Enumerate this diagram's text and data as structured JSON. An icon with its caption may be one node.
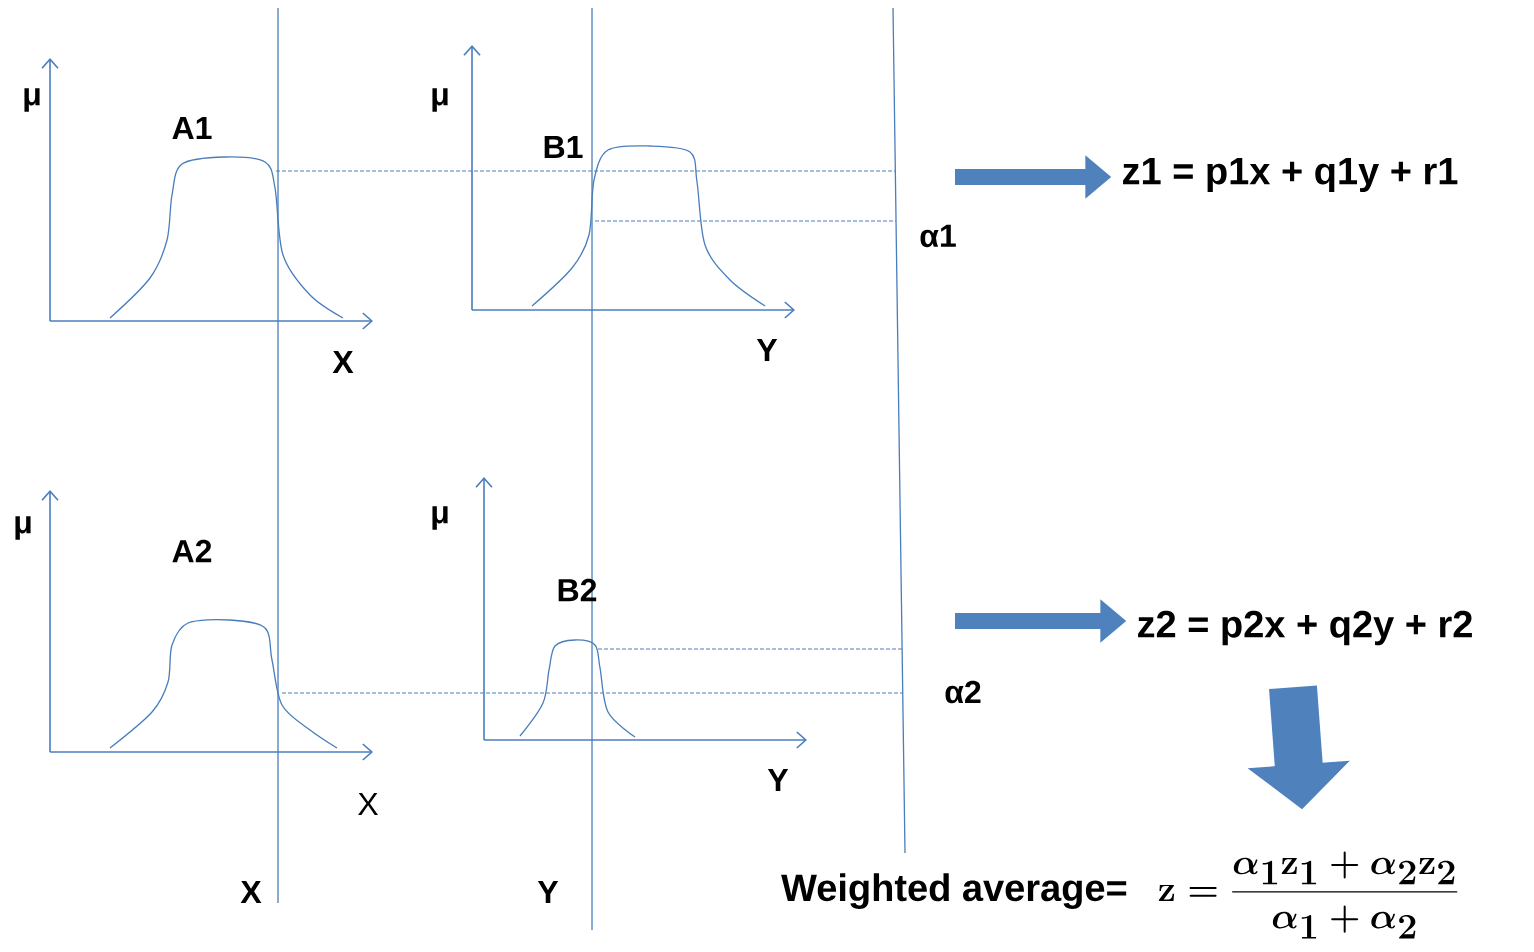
{
  "diagram": {
    "nodes": [
      {
        "text": [
          "z1 = p1x + q1y + r1"
        ]
      },
      {
        "text": [
          "z2 = p2x + q2y + r2"
        ]
      },
      {
        "text": [
          "Weighted average=",
          "\\mathbf{z} = \\frac{\\alpha_1\\mathbf{z}_1 + \\alpha_2\\mathbf{z}_2}{\\alpha_1 + \\alpha_2}"
        ]
      }
    ],
    "edges": [
      {
        "from": null,
        "to": 0,
        "arrow": "to"
      },
      {
        "from": null,
        "to": 1,
        "arrow": "to"
      },
      {
        "from": 1,
        "to": 2,
        "arrow": "to",
        "style": "thick"
      }
    ],
    "labels": [
      "μ",
      "A1",
      "X",
      "μ",
      "B1",
      "Y",
      "α1",
      "μ",
      "A2",
      "X",
      "μ",
      "B2",
      "Y",
      "α2",
      "X",
      "Y"
    ]
  }
}
